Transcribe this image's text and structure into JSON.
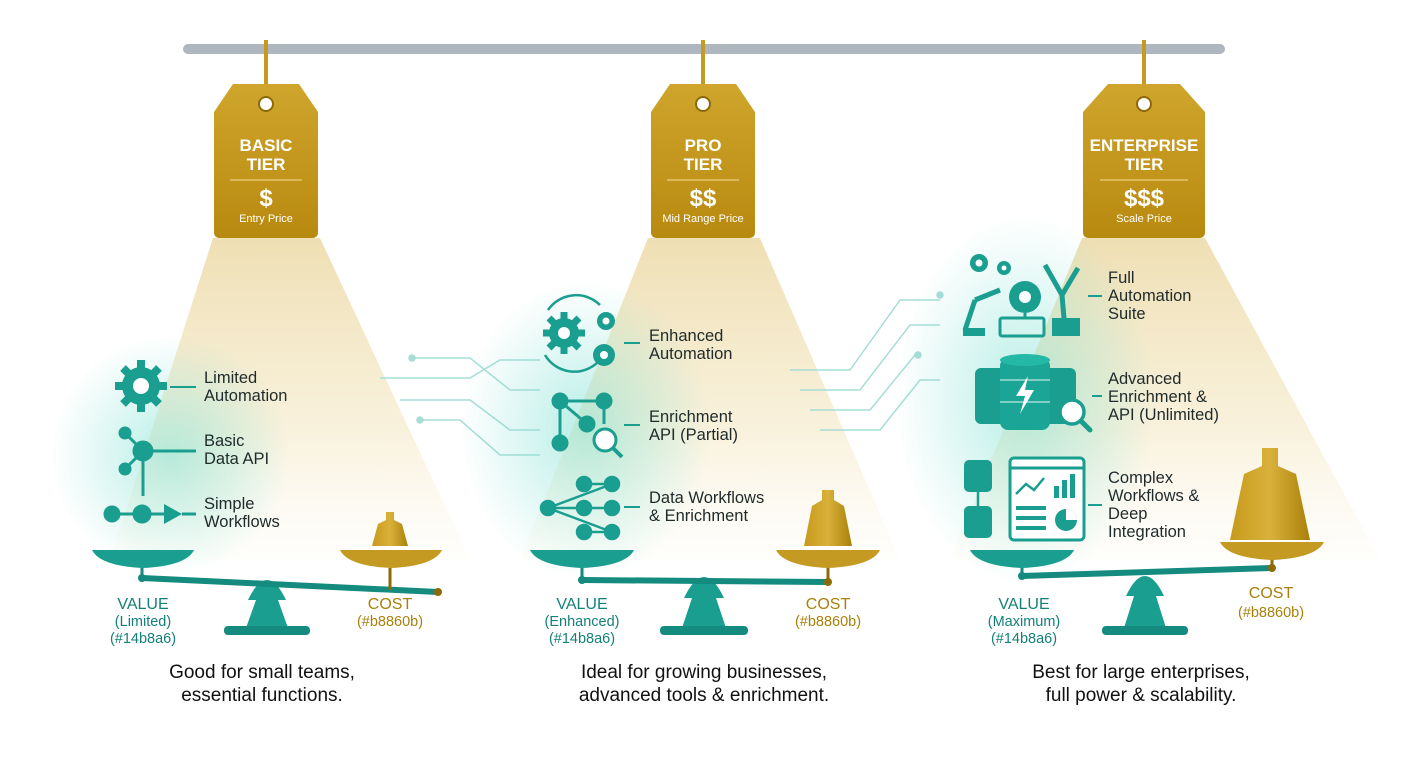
{
  "colors": {
    "teal": "#14b8a6",
    "teal_dark": "#1a9e90",
    "gold": "#b8860b",
    "tag_gold": "#c49a22",
    "rail": "#aeb6bf"
  },
  "tiers": [
    {
      "tag_line1": "BASIC",
      "tag_line2": "TIER",
      "price": "$",
      "price_label": "Entry Price",
      "features": [
        {
          "line1": "Limited",
          "line2": "Automation",
          "icon": "gear-icon"
        },
        {
          "line1": "Basic",
          "line2": "Data API",
          "icon": "network-nodes-icon"
        },
        {
          "line1": "Simple",
          "line2": "Workflows",
          "icon": "workflow-arrow-icon"
        }
      ],
      "value_label": "VALUE",
      "value_level": "(Limited)",
      "value_color": "(#14b8a6)",
      "cost_label": "COST",
      "cost_color": "(#b8860b)",
      "desc_line1": "Good for small teams,",
      "desc_line2": "essential functions."
    },
    {
      "tag_line1": "PRO",
      "tag_line2": "TIER",
      "price": "$$",
      "price_label": "Mid Range Price",
      "features": [
        {
          "line1": "Enhanced",
          "line2": "Automation",
          "icon": "gears-cycle-icon"
        },
        {
          "line1": "Enrichment",
          "line2": "API (Partial)",
          "icon": "network-search-icon"
        },
        {
          "line1": "Data Workflows",
          "line2": "& Enrichment",
          "icon": "branching-workflow-icon"
        }
      ],
      "value_label": "VALUE",
      "value_level": "(Enhanced)",
      "value_color": "(#14b8a6)",
      "cost_label": "COST",
      "cost_color": "(#b8860b)",
      "desc_line1": "Ideal for growing businesses,",
      "desc_line2": "advanced tools & enrichment."
    },
    {
      "tag_line1": "ENTERPRISE",
      "tag_line2": "TIER",
      "price": "$$$",
      "price_label": "Scale Price",
      "features": [
        {
          "line1": "Full",
          "line2": "Automation",
          "line3": "Suite",
          "icon": "robot-arms-icon"
        },
        {
          "line1": "Advanced",
          "line2": "Enrichment &",
          "line3": "API (Unlimited)",
          "icon": "database-search-icon"
        },
        {
          "line1": "Complex",
          "line2": "Workflows &",
          "line3": "Deep",
          "line4": "Integration",
          "icon": "dashboard-icon"
        }
      ],
      "value_label": "VALUE",
      "value_level": "(Maximum)",
      "value_color": "(#14b8a6)",
      "cost_label": "COST",
      "cost_color": "(#b8860b)",
      "desc_line1": "Best for large enterprises,",
      "desc_line2": "full power & scalability."
    }
  ]
}
